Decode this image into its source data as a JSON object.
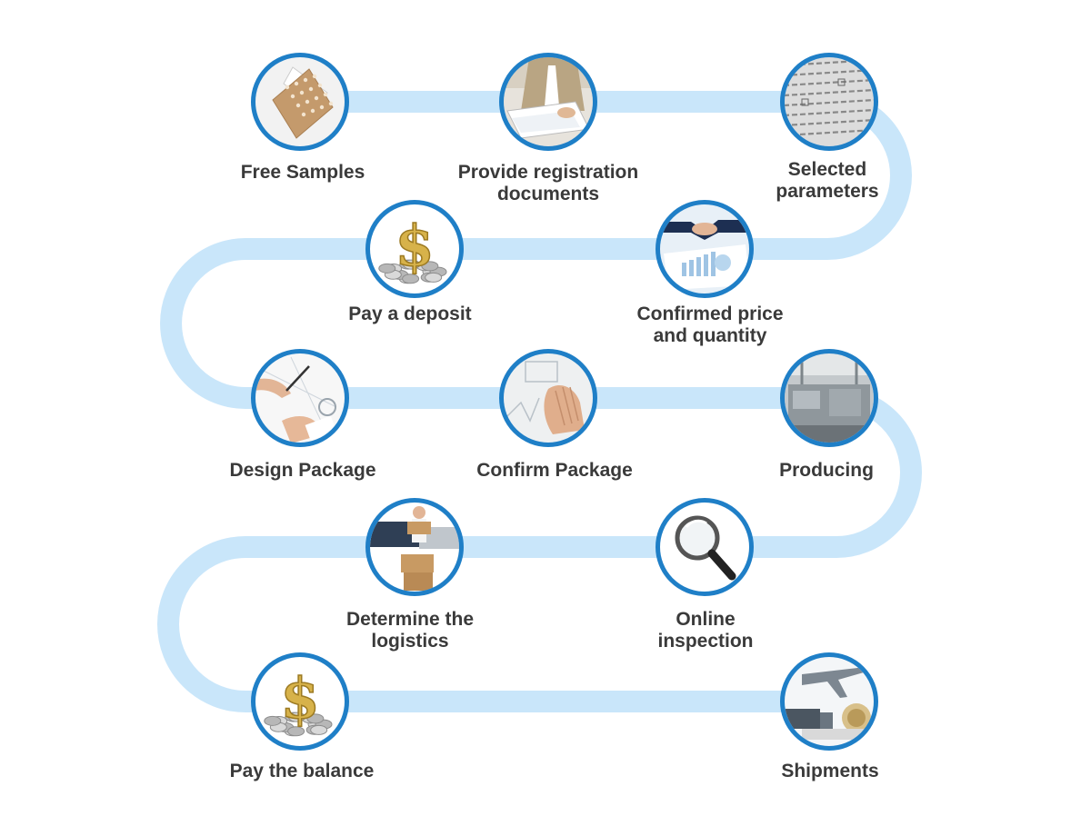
{
  "colors": {
    "path": "#c9e6fa",
    "ring": "#1f7fc7",
    "label": "#3a3a3a"
  },
  "steps": [
    {
      "label": [
        "Free Samples"
      ],
      "icon": "adhesive-patch-icon"
    },
    {
      "label": [
        "Provide registration",
        "documents"
      ],
      "icon": "businessman-documents-icon"
    },
    {
      "label": [
        "Selected",
        "parameters"
      ],
      "icon": "form-checkbox-icon"
    },
    {
      "label": [
        "Confirmed price",
        "and quantity"
      ],
      "icon": "handshake-chart-icon"
    },
    {
      "label": [
        "Pay a deposit"
      ],
      "icon": "dollar-coins-icon"
    },
    {
      "label": [
        "Design Package"
      ],
      "icon": "drawing-hand-icon"
    },
    {
      "label": [
        "Confirm Package"
      ],
      "icon": "package-sketch-icon"
    },
    {
      "label": [
        "Producing"
      ],
      "icon": "factory-machine-icon"
    },
    {
      "label": [
        "Online",
        "inspection"
      ],
      "icon": "magnifier-icon"
    },
    {
      "label": [
        "Determine the",
        "logistics"
      ],
      "icon": "courier-truck-icon"
    },
    {
      "label": [
        "Pay the balance"
      ],
      "icon": "dollar-coins-icon"
    },
    {
      "label": [
        "Shipments"
      ],
      "icon": "airplane-truck-icon"
    }
  ]
}
